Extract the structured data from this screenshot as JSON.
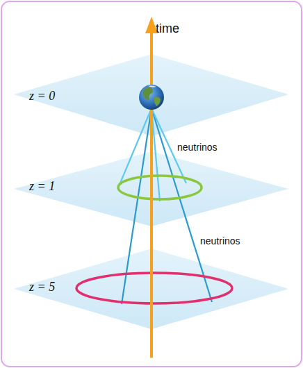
{
  "diagram": {
    "labels": [
      "time",
      "z = 0",
      "neutrinos",
      "z = 1",
      "neutrinos",
      "z = 5"
    ]
  }
}
